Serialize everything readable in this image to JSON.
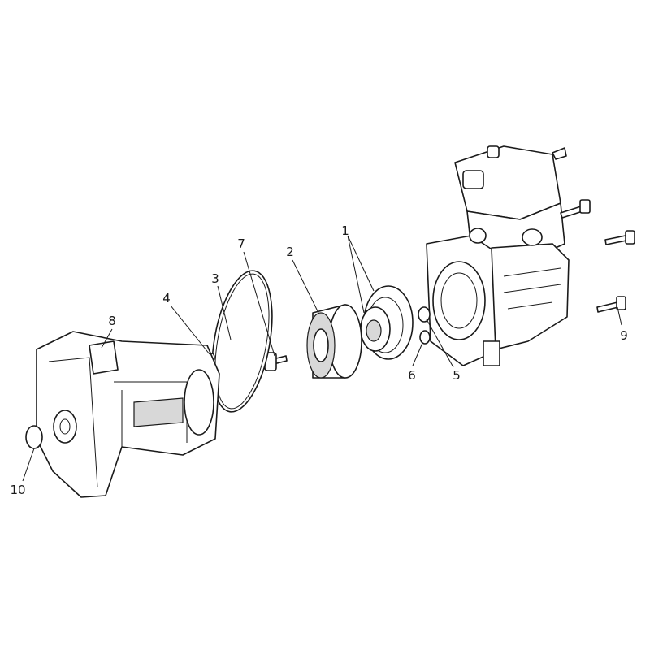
{
  "diagram": {
    "type": "exploded-parts-view",
    "callouts": [
      {
        "id": "1",
        "label": "1"
      },
      {
        "id": "2",
        "label": "2"
      },
      {
        "id": "3",
        "label": "3"
      },
      {
        "id": "4",
        "label": "4"
      },
      {
        "id": "5",
        "label": "5"
      },
      {
        "id": "6",
        "label": "6"
      },
      {
        "id": "7",
        "label": "7"
      },
      {
        "id": "8",
        "label": "8"
      },
      {
        "id": "9",
        "label": "9"
      },
      {
        "id": "10",
        "label": "10"
      }
    ]
  }
}
